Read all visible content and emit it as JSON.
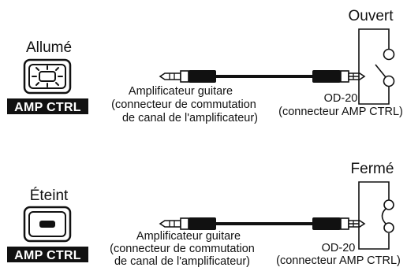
{
  "panels": [
    {
      "state_label": "Allumé",
      "led": "on",
      "badge": "AMP CTRL",
      "switch_label": "Ouvert",
      "switch_state": "open",
      "amp_lines": [
        "Amplificateur guitare",
        "(connecteur de commutation",
        "de canal de l'amplificateur)"
      ],
      "od_lines": [
        "OD-20",
        "(connecteur AMP CTRL)"
      ]
    },
    {
      "state_label": "Éteint",
      "led": "off",
      "badge": "AMP CTRL",
      "switch_label": "Fermé",
      "switch_state": "closed",
      "amp_lines": [
        "Amplificateur guitare",
        "(connecteur de commutation",
        "de canal de l'amplificateur)"
      ],
      "od_lines": [
        "OD-20",
        "(connecteur AMP CTRL)"
      ]
    }
  ]
}
